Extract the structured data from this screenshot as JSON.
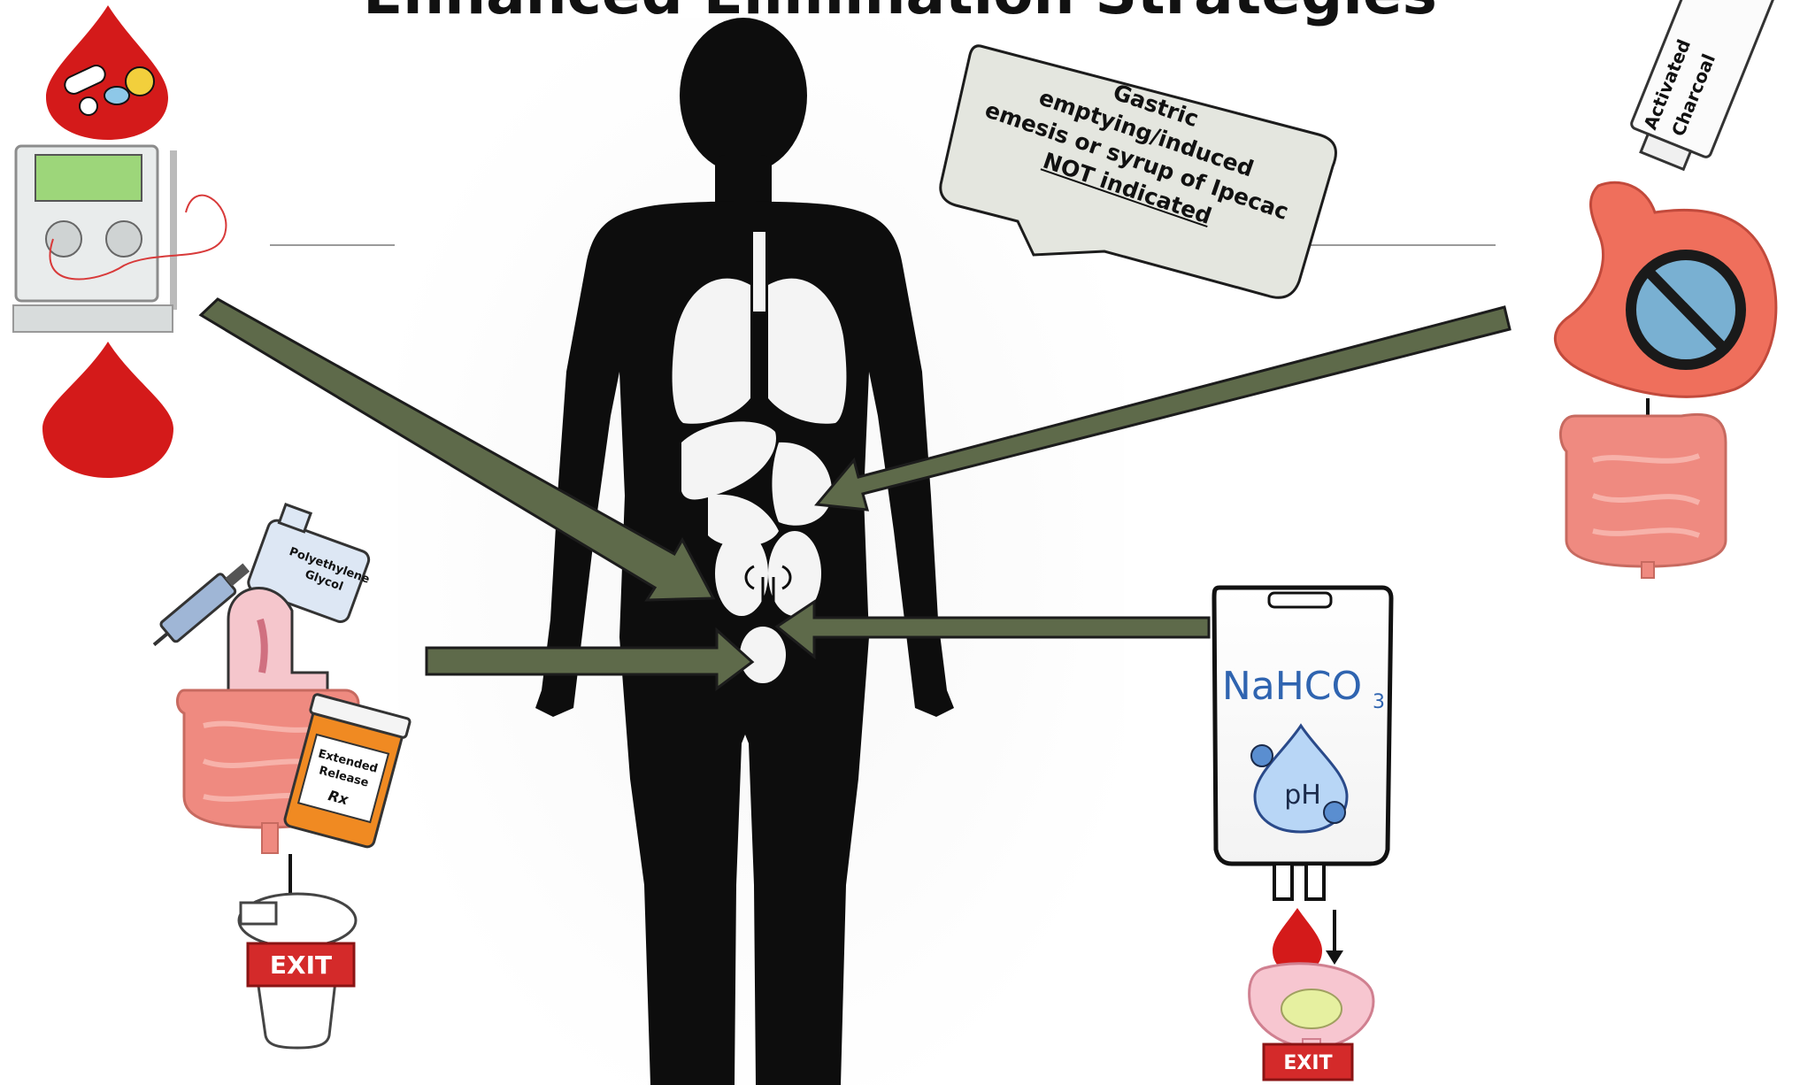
{
  "title": "Enhanced Elimination Strategies",
  "callout": {
    "line1": "Gastric",
    "line2": "emptying/induced",
    "line3": "emesis or syrup of Ipecac",
    "line4": "NOT indicated"
  },
  "labels": {
    "charcoal_tube_line1": "Activated",
    "charcoal_tube_line2": "Charcoal",
    "peg_bottle_line1": "Polyethylene",
    "peg_bottle_line2": "Glycol",
    "pill_bottle_line1": "Extended",
    "pill_bottle_line2": "Release",
    "pill_bottle_rx": "Rx",
    "iv_bag_formula": "NaHCO",
    "iv_bag_formula_sub": "3",
    "ph_label": "pH",
    "exit_sign_left": "EXIT",
    "exit_sign_right": "EXIT"
  },
  "colors": {
    "arrow_fill": "#5e6a4a",
    "silhouette": "#0d0d0d",
    "blood_red": "#d41a1a",
    "intestine_pink": "#ef8a80",
    "callout_fill": "#e4e6df",
    "exit_red": "#d42a2a",
    "iv_text_blue": "#2f64b0"
  }
}
